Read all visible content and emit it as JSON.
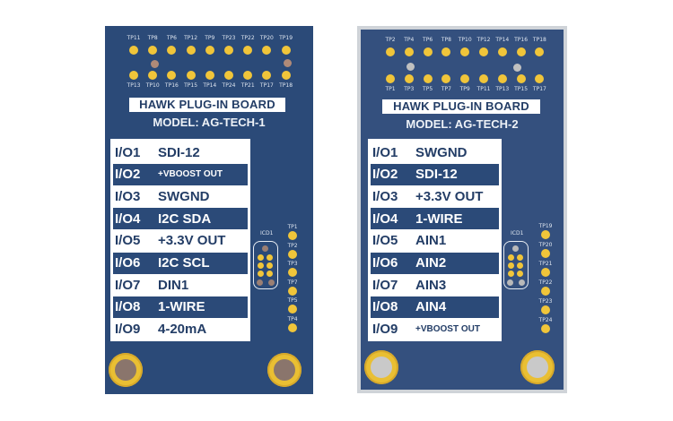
{
  "colors": {
    "board1_bg": "#2b4a78",
    "board2_bg": "#34507e",
    "pad_gold": "#f0c53a",
    "label_dark": "#233d66"
  },
  "boards": [
    {
      "title": "HAWK PLUG-IN BOARD",
      "model": "MODEL: AG-TECH-1",
      "tp_top": [
        "TP11",
        "TP8",
        "TP6",
        "TP12",
        "TP9",
        "TP23",
        "TP22",
        "TP20",
        "TP19"
      ],
      "tp_bottom": [
        "TP13",
        "TP10",
        "TP16",
        "TP15",
        "TP14",
        "TP24",
        "TP21",
        "TP17",
        "TP18"
      ],
      "tp_side": [
        "TP1",
        "TP2",
        "TP3",
        "TP7",
        "TP5",
        "TP4"
      ],
      "icd_label": "ICD1",
      "io": [
        {
          "io": "I/O1",
          "fn": "SDI-12",
          "dark": false,
          "small": false
        },
        {
          "io": "I/O2",
          "fn": "+VBOOST OUT",
          "dark": true,
          "small": true
        },
        {
          "io": "I/O3",
          "fn": "SWGND",
          "dark": false,
          "small": false
        },
        {
          "io": "I/O4",
          "fn": "I2C SDA",
          "dark": true,
          "small": false
        },
        {
          "io": "I/O5",
          "fn": "+3.3V OUT",
          "dark": false,
          "small": false
        },
        {
          "io": "I/O6",
          "fn": "I2C SCL",
          "dark": true,
          "small": false
        },
        {
          "io": "I/O7",
          "fn": "DIN1",
          "dark": false,
          "small": false
        },
        {
          "io": "I/O8",
          "fn": "1-WIRE",
          "dark": true,
          "small": false
        },
        {
          "io": "I/O9",
          "fn": "4-20mA",
          "dark": false,
          "small": false
        }
      ]
    },
    {
      "title": "HAWK PLUG-IN BOARD",
      "model": "MODEL: AG-TECH-2",
      "tp_top": [
        "TP2",
        "TP4",
        "TP6",
        "TP8",
        "TP10",
        "TP12",
        "TP14",
        "TP16",
        "TP18"
      ],
      "tp_bottom": [
        "TP1",
        "TP3",
        "TP5",
        "TP7",
        "TP9",
        "TP11",
        "TP13",
        "TP15",
        "TP17"
      ],
      "tp_side": [
        "TP19",
        "TP20",
        "TP21",
        "TP22",
        "TP23",
        "TP24"
      ],
      "icd_label": "ICD1",
      "io": [
        {
          "io": "I/O1",
          "fn": "SWGND",
          "dark": false,
          "small": false
        },
        {
          "io": "I/O2",
          "fn": "SDI-12",
          "dark": true,
          "small": false
        },
        {
          "io": "I/O3",
          "fn": "+3.3V OUT",
          "dark": false,
          "small": false
        },
        {
          "io": "I/O4",
          "fn": "1-WIRE",
          "dark": true,
          "small": false
        },
        {
          "io": "I/O5",
          "fn": "AIN1",
          "dark": false,
          "small": false
        },
        {
          "io": "I/O6",
          "fn": "AIN2",
          "dark": true,
          "small": false
        },
        {
          "io": "I/O7",
          "fn": "AIN3",
          "dark": false,
          "small": false
        },
        {
          "io": "I/O8",
          "fn": "AIN4",
          "dark": true,
          "small": false
        },
        {
          "io": "I/O9",
          "fn": "+VBOOST OUT",
          "dark": false,
          "small": true
        }
      ]
    }
  ]
}
